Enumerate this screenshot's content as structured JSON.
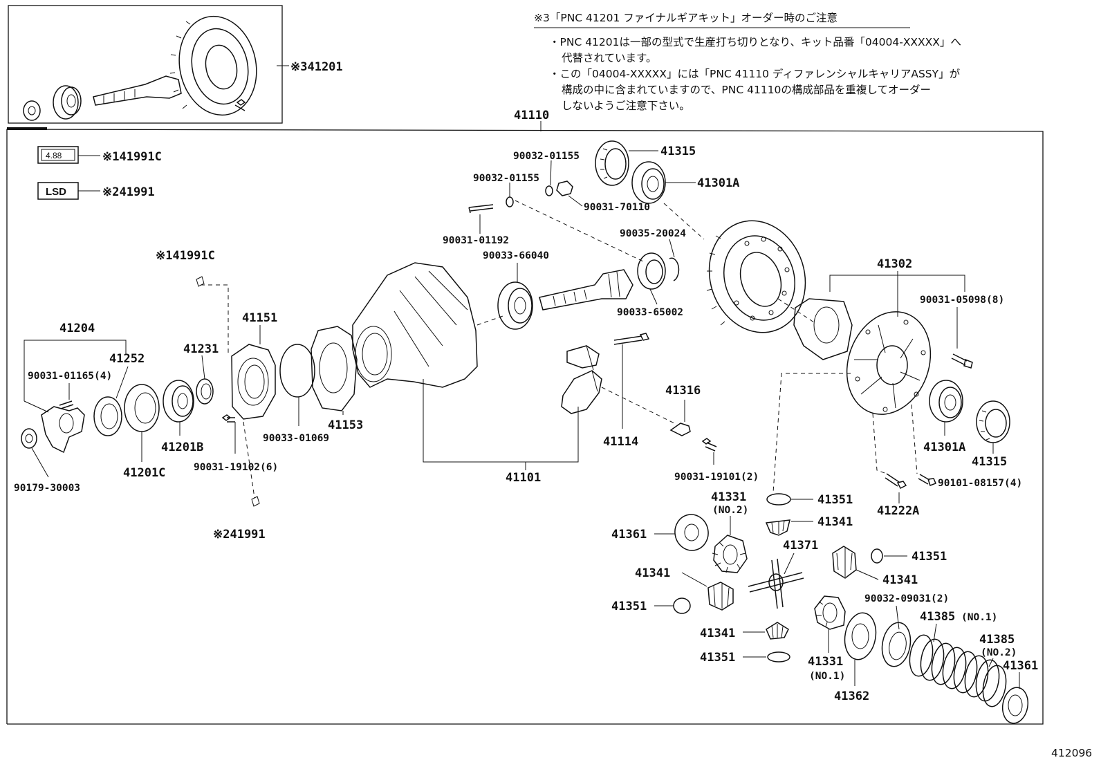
{
  "notice": {
    "title": "※3「PNC 41201 ファイナルギアキット」オーダー時のご注意",
    "lines": [
      "・PNC 41201は一部の型式で生産打ち切りとなり、キット品番「04004-XXXXX」へ",
      "代替されています。",
      "・この「04004-XXXXX」には「PNC 41110 ディファレンシャルキャリアASSY」が",
      "構成の中に含まれていますので、PNC 41110の構成部品を重複してオーダー",
      "しないようご注意下さい。"
    ]
  },
  "badges": {
    "ratio": "4.88",
    "lsd": "LSD"
  },
  "diagram_id": "412096",
  "labels": {
    "k41201": "※341201",
    "k41110": "41110",
    "k41991c_top": "※141991C",
    "k41991_top": "※241991",
    "k41991c_mid": "※141991C",
    "k41991_bot": "※241991",
    "p90032_01155a": "90032-01155",
    "p90032_01155b": "90032-01155",
    "p41315a": "41315",
    "p41301a_a": "41301A",
    "p90031_70110": "90031-70110",
    "p90031_01192": "90031-01192",
    "p90033_66040": "90033-66040",
    "p90035_20024": "90035-20024",
    "p90033_65002": "90033-65002",
    "p41302": "41302",
    "p90031_05098": "90031-05098(8)",
    "p41204": "41204",
    "p41252": "41252",
    "p90031_01165": "90031-01165(4)",
    "p41231": "41231",
    "p41151": "41151",
    "p41153": "41153",
    "p90033_01069": "90033-01069",
    "p90031_19102": "90031-19102(6)",
    "p41201b": "41201B",
    "p41201c": "41201C",
    "p90179_30003": "90179-30003",
    "p41101": "41101",
    "p41114": "41114",
    "p41316": "41316",
    "p90031_19101": "90031-19101(2)",
    "p41301a_b": "41301A",
    "p41315b": "41315",
    "p90101_08157": "90101-08157(4)",
    "p41222a": "41222A",
    "p41351a": "41351",
    "p41331_no2": "41331",
    "p41331_no2_sub": "(NO.2)",
    "p41341a": "41341",
    "p41361a": "41361",
    "p41371": "41371",
    "p41351b": "41351",
    "p41341b": "41341",
    "p41341c": "41341",
    "p41351c": "41351",
    "p90032_09031": "90032-09031(2)",
    "p41385_no1": "41385",
    "p41385_no1_sub": "(NO.1)",
    "p41385_no2": "41385",
    "p41385_no2_sub": "(NO.2)",
    "p41341d": "41341",
    "p41351d": "41351",
    "p41331_no1": "41331",
    "p41331_no1_sub": "(NO.1)",
    "p41362": "41362",
    "p41361b": "41361"
  }
}
